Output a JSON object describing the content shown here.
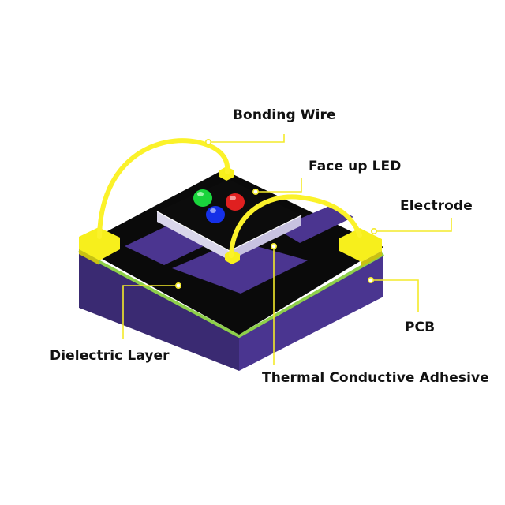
{
  "labels": {
    "bonding_wire": "Bonding Wire",
    "face_up_led": "Face up LED",
    "electrode": "Electrode",
    "pcb": "PCB",
    "dielectric_layer": "Dielectric Layer",
    "thermal_adhesive": "Thermal Conductive Adhesive"
  },
  "colors": {
    "pcb_side_dark": "#3a2a72",
    "pcb_side_light": "#4a3590",
    "top_black": "#0a0a0a",
    "pad_purple": "#4b3590",
    "electrode_yellow": "#f7ef1c",
    "wire_yellow": "#fbf22a",
    "dielectric_green": "#8ed04a",
    "leader_line": "#f3ea2a",
    "led_body": "#d9d6ea",
    "led_green": "#19d43c",
    "led_red": "#e02020",
    "led_blue": "#1530e8"
  },
  "icons": [
    "green-led-dome-icon",
    "red-led-dome-icon",
    "blue-led-dome-icon"
  ]
}
